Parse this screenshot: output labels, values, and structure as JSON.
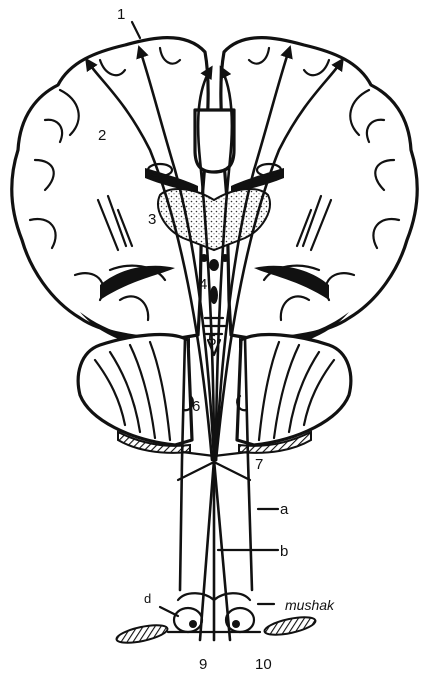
{
  "labels": {
    "n1": "1",
    "n2": "2",
    "n3": "3",
    "n4": "4",
    "n5": "5",
    "n6": "6",
    "n7": "7",
    "n9": "9",
    "n10": "10",
    "a": "a",
    "b": "b",
    "d": "d",
    "mushak": "mushak"
  }
}
